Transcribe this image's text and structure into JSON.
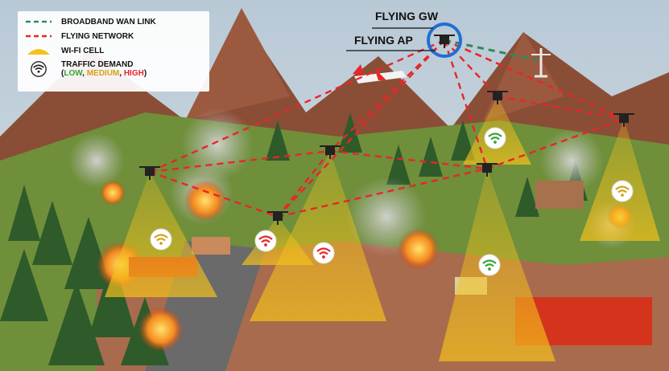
{
  "legend": {
    "items": [
      {
        "label": "BROADBAND WAN LINK",
        "symbol": "dashed-line",
        "color": "#2e8b57"
      },
      {
        "label": "FLYING NETWORK",
        "symbol": "dashed-line",
        "color": "#e8262a"
      },
      {
        "label": "WI-FI CELL",
        "symbol": "cone",
        "color": "#f5c21b"
      },
      {
        "label": "TRAFFIC DEMAND",
        "symbol": "wifi-icon",
        "color": "#222222"
      }
    ],
    "demand_levels": {
      "open": "(",
      "low": "LOW",
      "sep1": ", ",
      "medium": "MEDIUM",
      "sep2": ", ",
      "high": "HIGH",
      "close": ")"
    },
    "level_colors": {
      "low": "#3aa335",
      "medium": "#d4a414",
      "high": "#e8262a"
    }
  },
  "callouts": {
    "flying_gw": "FLYING GW",
    "flying_ap": "FLYING AP"
  },
  "colors": {
    "wan_link": "#2e8b57",
    "flying_network": "#e8262a",
    "wifi_cell": "#f5c21b",
    "gw_ring": "#1f6fd1"
  },
  "wifi_cells": [
    {
      "demand": "medium"
    },
    {
      "demand": "high"
    },
    {
      "demand": "high"
    },
    {
      "demand": "low"
    },
    {
      "demand": "low"
    },
    {
      "demand": "medium"
    }
  ]
}
